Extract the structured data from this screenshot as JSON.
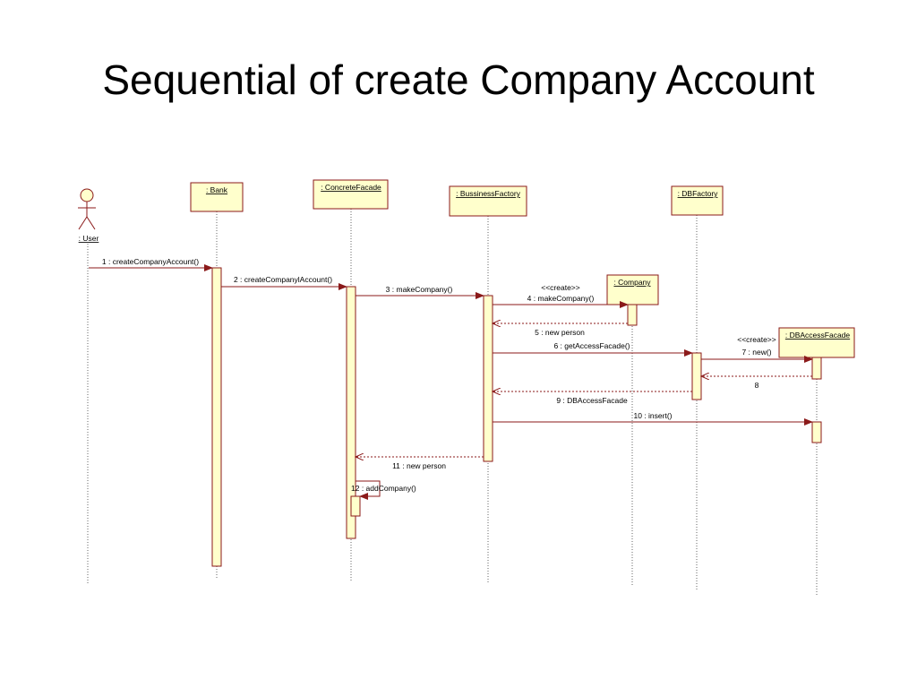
{
  "title": "Sequential of create Company Account",
  "colors": {
    "box_fill": "#ffffcc",
    "box_stroke": "#8b1a1a",
    "message_line": "#8b1a1a",
    "lifeline": "#666666"
  },
  "actor": {
    "label": ": User"
  },
  "objects": [
    {
      "id": "bank",
      "label": ": Bank"
    },
    {
      "id": "facade",
      "label": ": ConcreteFacade"
    },
    {
      "id": "bfactory",
      "label": ": BussinessFactory"
    },
    {
      "id": "company",
      "label": ": Company"
    },
    {
      "id": "dbfactory",
      "label": ": DBFactory"
    },
    {
      "id": "dbaccess",
      "label": ": DBAccessFacade"
    }
  ],
  "messages": [
    {
      "label": "1 : createCompanyAccount()",
      "from": "user",
      "to": "bank",
      "type": "sync"
    },
    {
      "label": "2 : createCompanylAccount()",
      "from": "bank",
      "to": "facade",
      "type": "sync"
    },
    {
      "label": "3 : makeCompany()",
      "from": "facade",
      "to": "bfactory",
      "type": "sync"
    },
    {
      "label": "4 : makeCompany()",
      "stereotype": "<<create>>",
      "from": "bfactory",
      "to": "company",
      "type": "sync"
    },
    {
      "label": "5 : new person",
      "from": "company",
      "to": "bfactory",
      "type": "return"
    },
    {
      "label": "6 : getAccessFacade()",
      "from": "bfactory",
      "to": "dbfactory",
      "type": "sync"
    },
    {
      "label": "7 : new()",
      "stereotype": "<<create>>",
      "from": "dbfactory",
      "to": "dbaccess",
      "type": "sync"
    },
    {
      "label": "8",
      "from": "dbaccess",
      "to": "dbfactory",
      "type": "return"
    },
    {
      "label": "9 : DBAccessFacade",
      "from": "dbfactory",
      "to": "bfactory",
      "type": "return"
    },
    {
      "label": "10 : insert()",
      "from": "bfactory",
      "to": "dbaccess",
      "type": "sync"
    },
    {
      "label": "11 : new person",
      "from": "bfactory",
      "to": "facade",
      "type": "return"
    },
    {
      "label": "12 : addCompany()",
      "from": "facade",
      "to": "facade",
      "type": "self"
    }
  ]
}
